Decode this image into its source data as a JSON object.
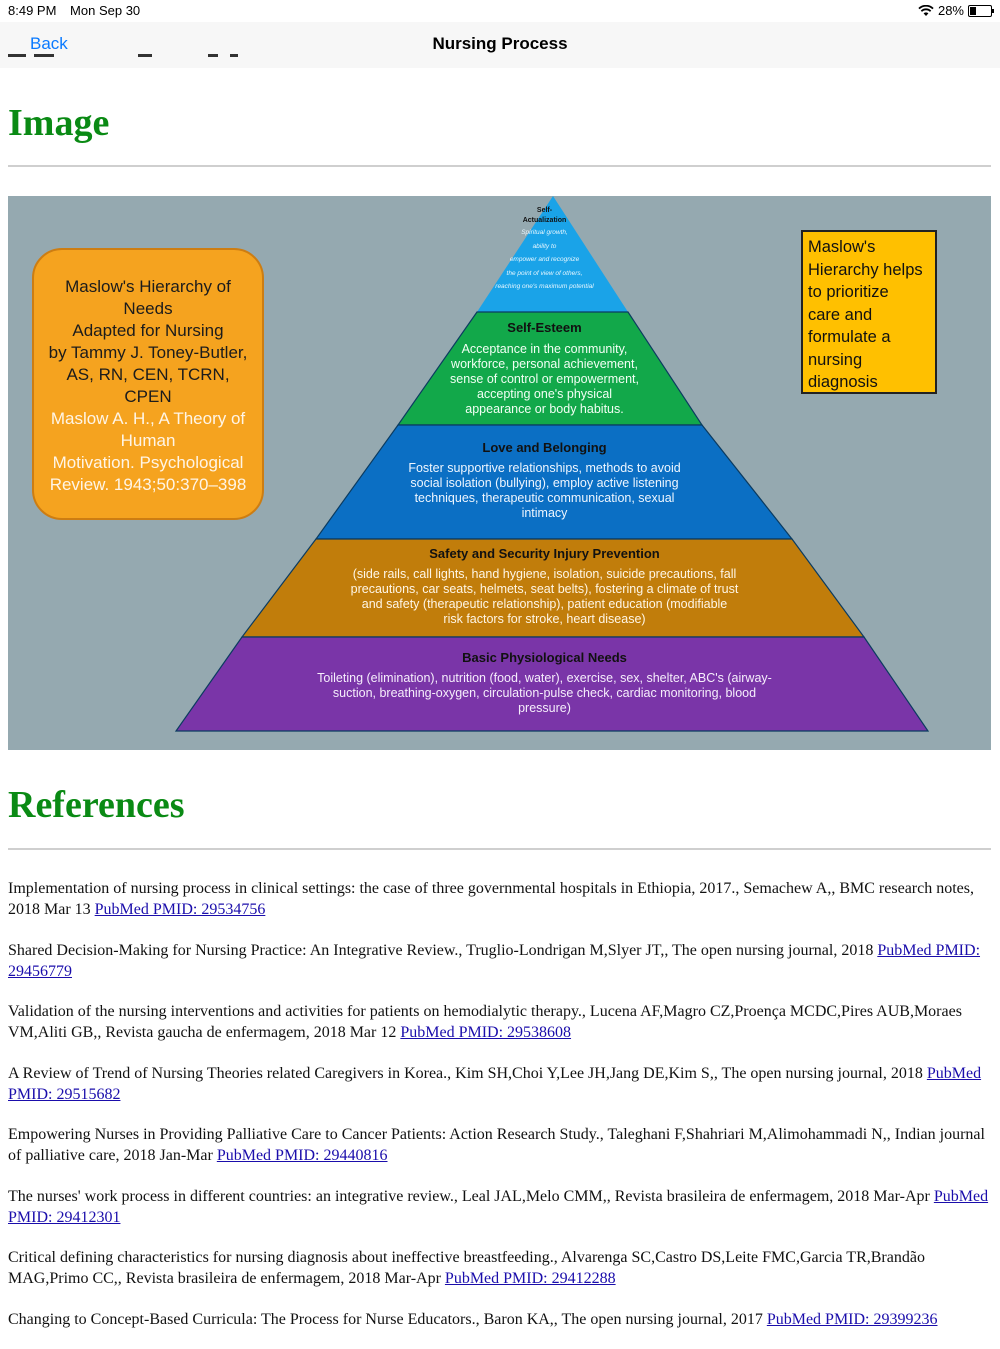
{
  "status": {
    "time": "8:49 PM",
    "date": "Mon Sep 30",
    "battery": "28%",
    "battery_level": 0.28
  },
  "nav": {
    "back_label": "Back",
    "title": "Nursing Process"
  },
  "sections": {
    "image_heading": "Image",
    "references_heading": "References"
  },
  "figure": {
    "left_box": {
      "title_lines": [
        "Maslow's Hierarchy of",
        "Needs",
        "Adapted for Nursing",
        "by Tammy J. Toney-Butler,",
        "AS, RN, CEN, TCRN,",
        "CPEN"
      ],
      "source_lines": [
        "Maslow A. H., A Theory of",
        "Human",
        "Motivation. Psychological",
        "Review. 1943;50:370–398"
      ]
    },
    "right_box": {
      "lines": [
        "Maslow's",
        "Hierarchy helps",
        "to prioritize",
        "care and",
        "formulate a",
        "nursing",
        "diagnosis"
      ]
    },
    "levels": [
      {
        "title": "Self-Actualization",
        "title_lines": [
          "Self-",
          "Actualization"
        ],
        "lines": [
          "Spiritual growth,",
          "ability to",
          "empower and recognize",
          "the point of view of others,",
          "reaching one's maximum potential"
        ],
        "color": "#1aa3e8"
      },
      {
        "title": "Self-Esteem",
        "lines": [
          "Acceptance in the community,",
          "workforce, personal achievement,",
          "sense of control or empowerment,",
          "accepting one's physical",
          "appearance or body habitus."
        ],
        "color": "#12a84a"
      },
      {
        "title": "Love and Belonging",
        "lines": [
          "Foster supportive relationships, methods to avoid",
          "social isolation (bullying), employ active listening",
          "techniques, therapeutic communication, sexual",
          "intimacy"
        ],
        "color": "#0b6fc4"
      },
      {
        "title": "Safety and Security Injury Prevention",
        "lines": [
          "(side rails, call lights, hand hygiene, isolation, suicide precautions, fall",
          "precautions, car seats, helmets, seat belts), fostering a climate of trust",
          "and safety (therapeutic relationship), patient education (modifiable",
          "risk factors for stroke, heart disease)"
        ],
        "color": "#c17d0b"
      },
      {
        "title": "Basic Physiological Needs",
        "lines": [
          "Toileting (elimination), nutrition (food, water), exercise, sex, shelter, ABC's (airway-",
          "suction, breathing-oxygen, circulation-pulse check, cardiac monitoring, blood",
          "pressure)"
        ],
        "color": "#7a35a8"
      }
    ]
  },
  "references": [
    {
      "text": "Implementation of nursing process in clinical settings: the case of three governmental hospitals in Ethiopia, 2017., Semachew A,, BMC research notes, 2018 Mar 13",
      "link": "PubMed PMID: 29534756"
    },
    {
      "text": "Shared Decision-Making for Nursing Practice: An Integrative Review., Truglio-Londrigan M,Slyer JT,, The open nursing journal, 2018",
      "link": "PubMed PMID: 29456779"
    },
    {
      "text": "Validation of the nursing interventions and activities for patients on hemodialytic therapy., Lucena AF,Magro CZ,Proença MCDC,Pires AUB,Moraes VM,Aliti GB,, Revista gaucha de enfermagem, 2018 Mar 12",
      "link": "PubMed PMID: 29538608"
    },
    {
      "text": "A Review of Trend of Nursing Theories related Caregivers in Korea., Kim SH,Choi Y,Lee JH,Jang DE,Kim S,, The open nursing journal, 2018",
      "link": "PubMed PMID: 29515682"
    },
    {
      "text": "Empowering Nurses in Providing Palliative Care to Cancer Patients: Action Research Study., Taleghani F,Shahriari M,Alimohammadi N,, Indian journal of palliative care, 2018 Jan-Mar",
      "link": "PubMed PMID: 29440816"
    },
    {
      "text": "The nurses' work process in different countries: an integrative review., Leal JAL,Melo CMM,, Revista brasileira de enfermagem, 2018 Mar-Apr",
      "link": "PubMed PMID: 29412301"
    },
    {
      "text": "Critical defining characteristics for nursing diagnosis about ineffective breastfeeding., Alvarenga SC,Castro DS,Leite FMC,Garcia TR,Brandão MAG,Primo CC,, Revista brasileira de enfermagem, 2018 Mar-Apr",
      "link": "PubMed PMID: 29412288"
    },
    {
      "text": "Changing to Concept-Based Curricula: The Process for Nurse Educators., Baron KA,, The open nursing journal, 2017",
      "link": "PubMed PMID: 29399236"
    }
  ]
}
